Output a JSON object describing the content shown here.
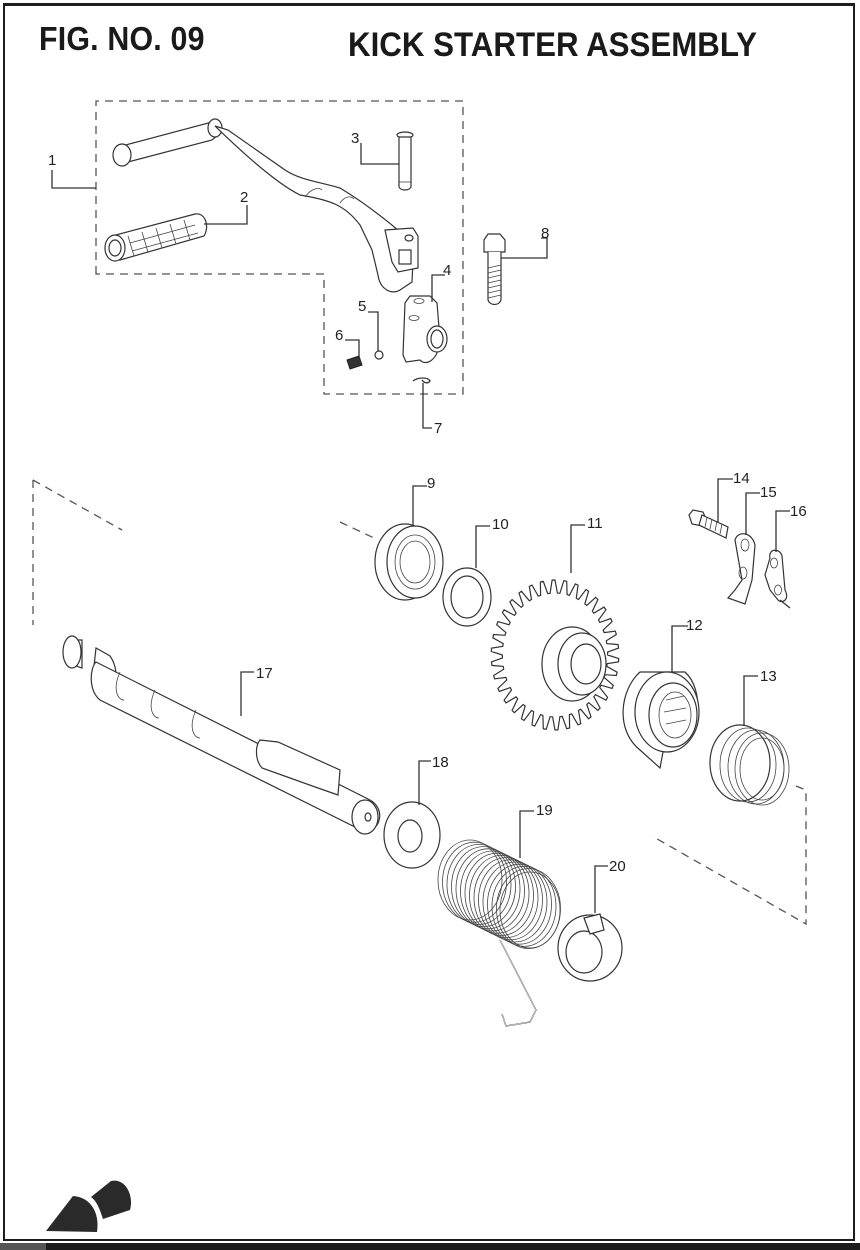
{
  "header": {
    "figure_number": "FIG. NO. 09",
    "title": "KICK STARTER ASSEMBLY"
  },
  "callouts": [
    {
      "id": "1",
      "label": "1",
      "part": "kick-arm-assembly"
    },
    {
      "id": "2",
      "label": "2",
      "part": "kick-rubber-grip"
    },
    {
      "id": "3",
      "label": "3",
      "part": "pivot-pin"
    },
    {
      "id": "4",
      "label": "4",
      "part": "kick-arm-boss"
    },
    {
      "id": "5",
      "label": "5",
      "part": "steel-ball"
    },
    {
      "id": "6",
      "label": "6",
      "part": "spring"
    },
    {
      "id": "7",
      "label": "7",
      "part": "circlip"
    },
    {
      "id": "8",
      "label": "8",
      "part": "bolt"
    },
    {
      "id": "9",
      "label": "9",
      "part": "oil-seal"
    },
    {
      "id": "10",
      "label": "10",
      "part": "washer"
    },
    {
      "id": "11",
      "label": "11",
      "part": "kick-starter-gear"
    },
    {
      "id": "12",
      "label": "12",
      "part": "ratchet"
    },
    {
      "id": "13",
      "label": "13",
      "part": "ratchet-spring"
    },
    {
      "id": "14",
      "label": "14",
      "part": "flange-bolt"
    },
    {
      "id": "15",
      "label": "15",
      "part": "ratchet-guide-plate"
    },
    {
      "id": "16",
      "label": "16",
      "part": "gasket-plate"
    },
    {
      "id": "17",
      "label": "17",
      "part": "kick-starter-spindle"
    },
    {
      "id": "18",
      "label": "18",
      "part": "thrust-washer"
    },
    {
      "id": "19",
      "label": "19",
      "part": "return-spring"
    },
    {
      "id": "20",
      "label": "20",
      "part": "spring-collar"
    }
  ]
}
